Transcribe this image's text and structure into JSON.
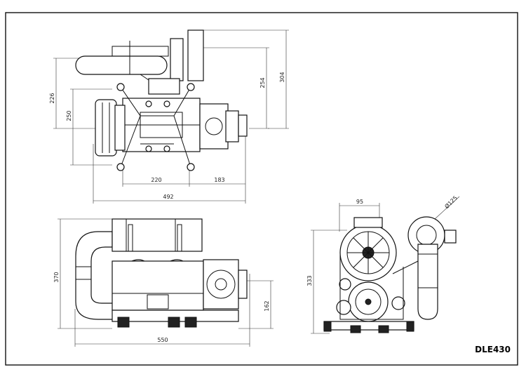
{
  "drawing": {
    "model": "DLE430",
    "colors": {
      "line": "#111111",
      "paper": "#ffffff"
    }
  },
  "views": {
    "top": {
      "dims": {
        "d226": "226",
        "d250": "250",
        "d254": "254",
        "d304": "304",
        "d220": "220",
        "d183": "183",
        "d492": "492"
      }
    },
    "side": {
      "dims": {
        "d370": "370",
        "d550": "550",
        "d162": "162"
      }
    },
    "front": {
      "dims": {
        "d95": "95",
        "d125": "Ø125",
        "d333": "333"
      }
    }
  }
}
